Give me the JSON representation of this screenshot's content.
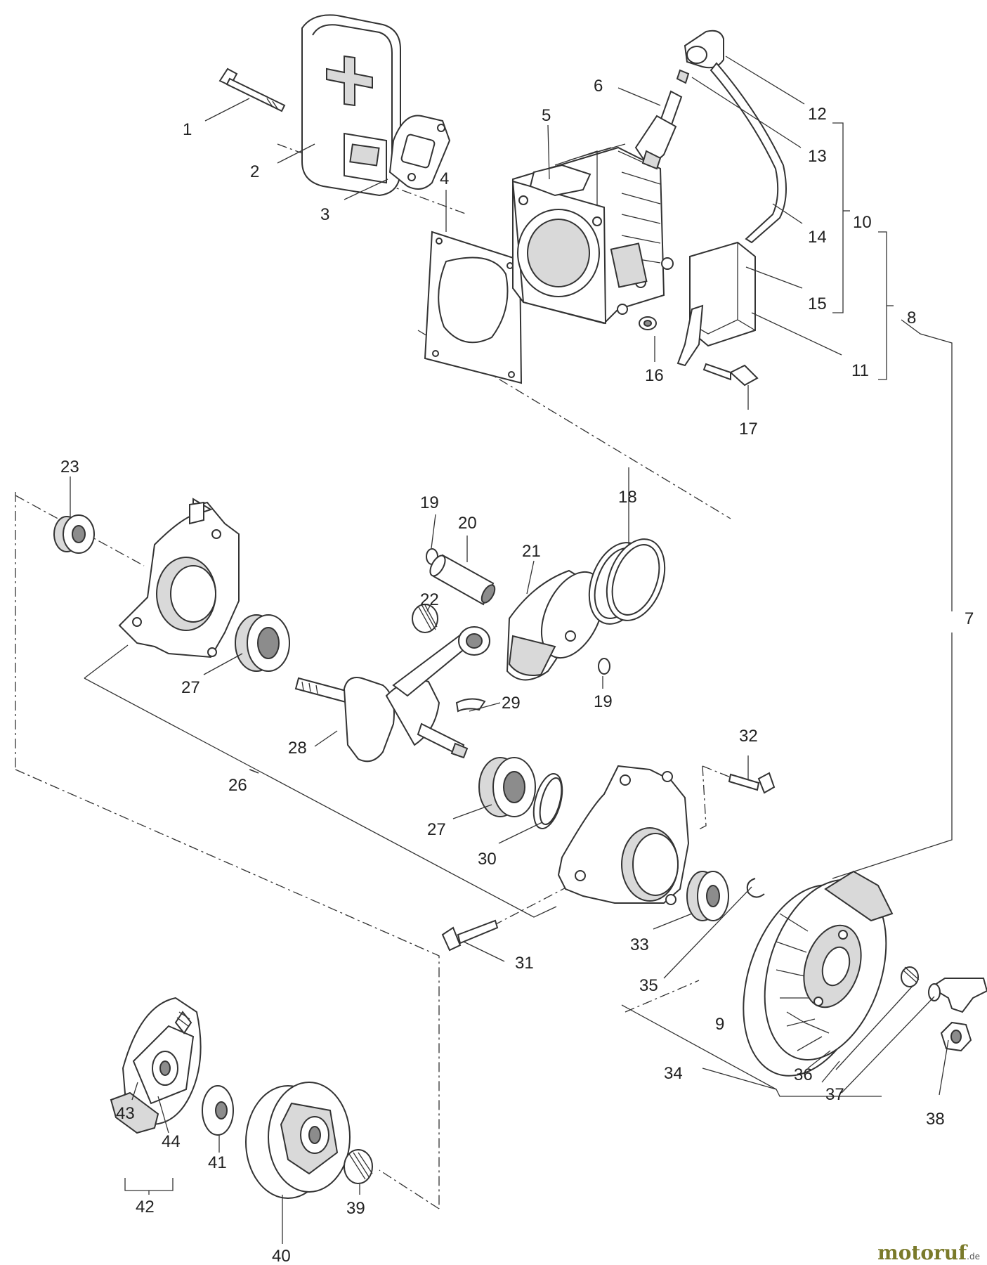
{
  "watermark": {
    "brand": "motoruf",
    "tld": ".de",
    "brand_color": "#7a7a2a",
    "tld_color": "#555555"
  },
  "labels": [
    "1",
    "2",
    "3",
    "4",
    "5",
    "6",
    "7",
    "8",
    "9",
    "10",
    "11",
    "12",
    "13",
    "14",
    "15",
    "16",
    "17",
    "18",
    "19",
    "20",
    "21",
    "22",
    "23",
    "26",
    "27",
    "28",
    "29",
    "30",
    "31",
    "32",
    "33",
    "34",
    "35",
    "36",
    "37",
    "38",
    "39",
    "40",
    "41",
    "42",
    "43",
    "44"
  ]
}
